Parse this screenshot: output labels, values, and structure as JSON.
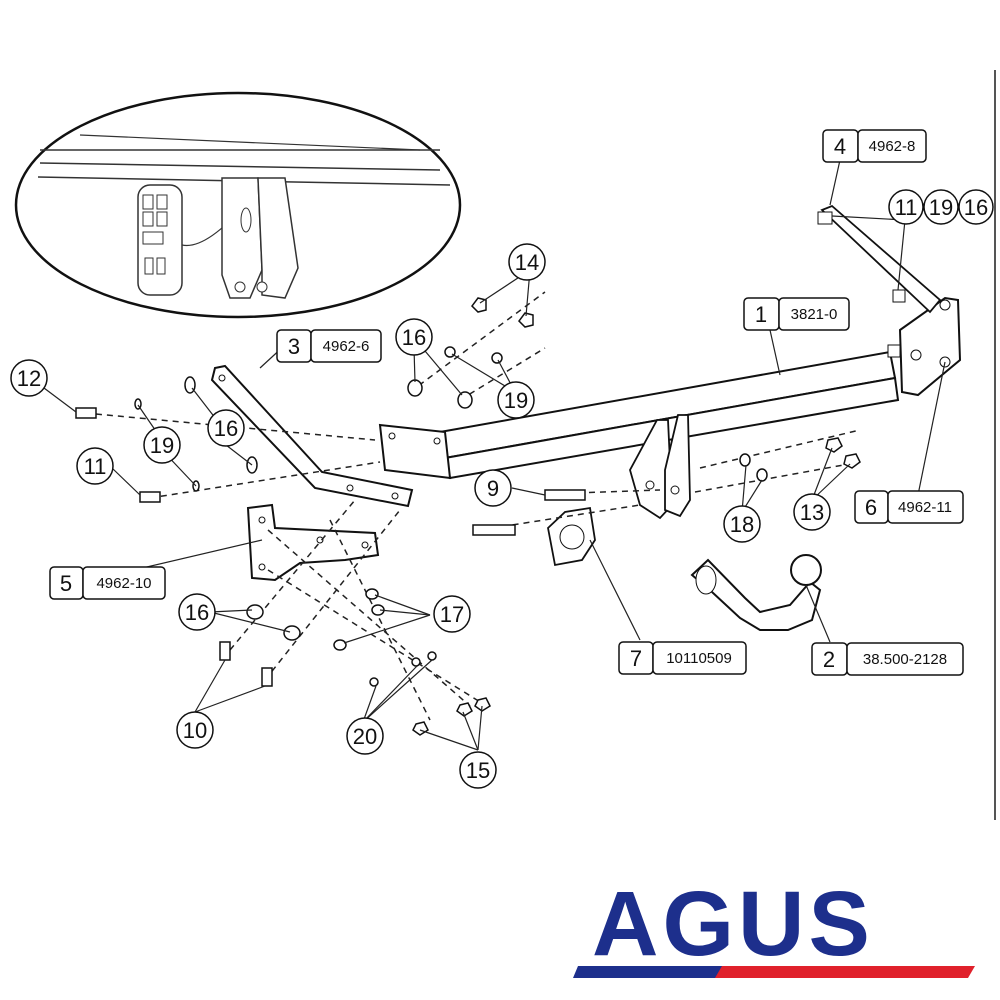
{
  "parts": [
    {
      "num": "1",
      "code": "3821-0"
    },
    {
      "num": "2",
      "code": "38.500-2128"
    },
    {
      "num": "3",
      "code": "4962-6"
    },
    {
      "num": "4",
      "code": "4962-8"
    },
    {
      "num": "5",
      "code": "4962-10"
    },
    {
      "num": "6",
      "code": "4962-11"
    },
    {
      "num": "7",
      "code": "10110509"
    }
  ],
  "callouts": [
    "9",
    "10",
    "11",
    "12",
    "13",
    "14",
    "15",
    "16",
    "17",
    "18",
    "19",
    "20"
  ],
  "logo": {
    "text": "AGUS",
    "colors": {
      "blue": "#1d2f8c",
      "red": "#e0212b"
    }
  }
}
